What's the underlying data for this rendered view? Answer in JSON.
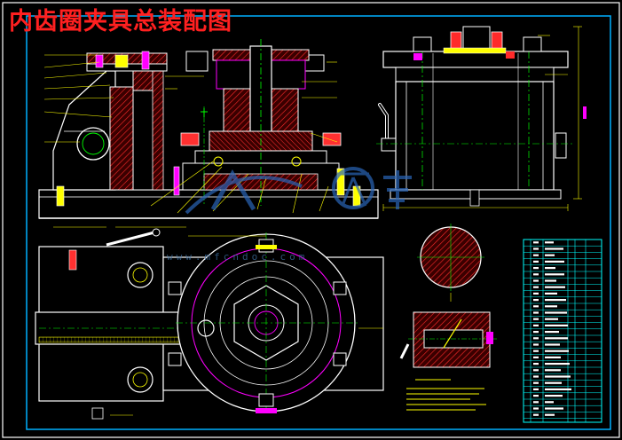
{
  "drawing": {
    "title": "内齿圈夹具总装配图"
  },
  "watermark": {
    "text": "www.mfcndoc.com",
    "logo": "人人文库"
  },
  "colors": {
    "background": "#000000",
    "frame": "#ffffff",
    "inner_frame": "#00b0ff",
    "outline": "#ffffff",
    "hatch": "#ff2a2a",
    "centerline": "#00ff00",
    "dimension": "#ffff00",
    "part": "#ff00ff",
    "table": "#00ffff"
  }
}
